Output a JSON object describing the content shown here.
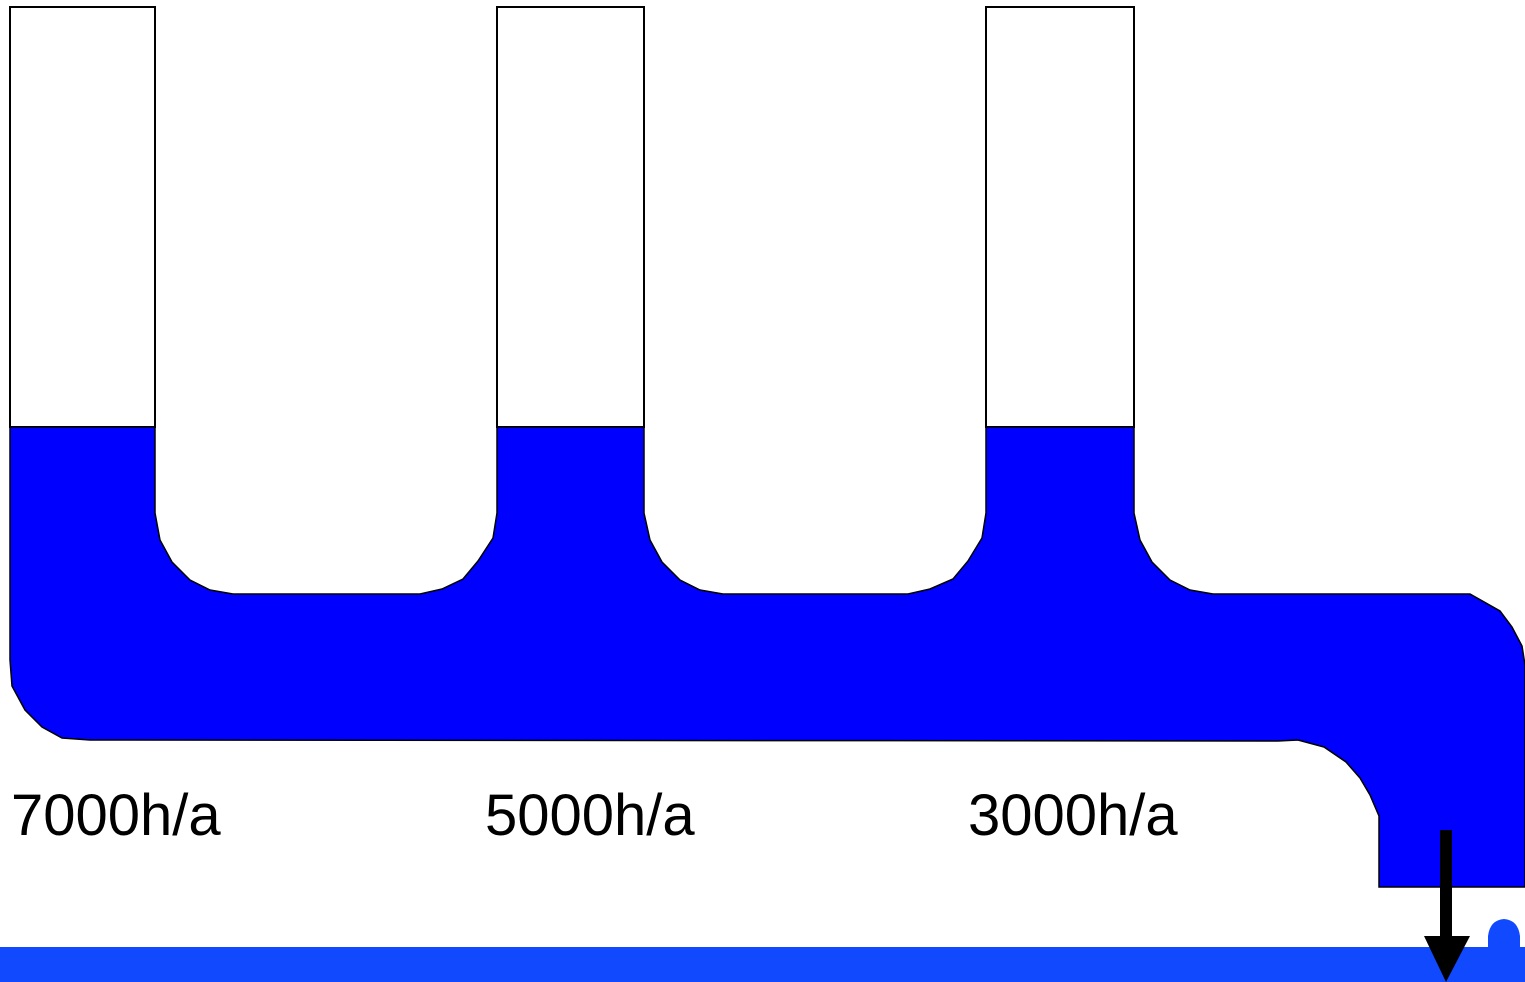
{
  "colors": {
    "water": "#0000ff",
    "outline": "#000000",
    "ground_water": "#1149ff",
    "background": "#ffffff"
  },
  "columns": [
    {
      "label": "7000h/a"
    },
    {
      "label": "5000h/a"
    },
    {
      "label": "3000h/a"
    }
  ],
  "icons": {
    "outflow": "down-arrow-icon",
    "drop": "water-drop-icon"
  }
}
